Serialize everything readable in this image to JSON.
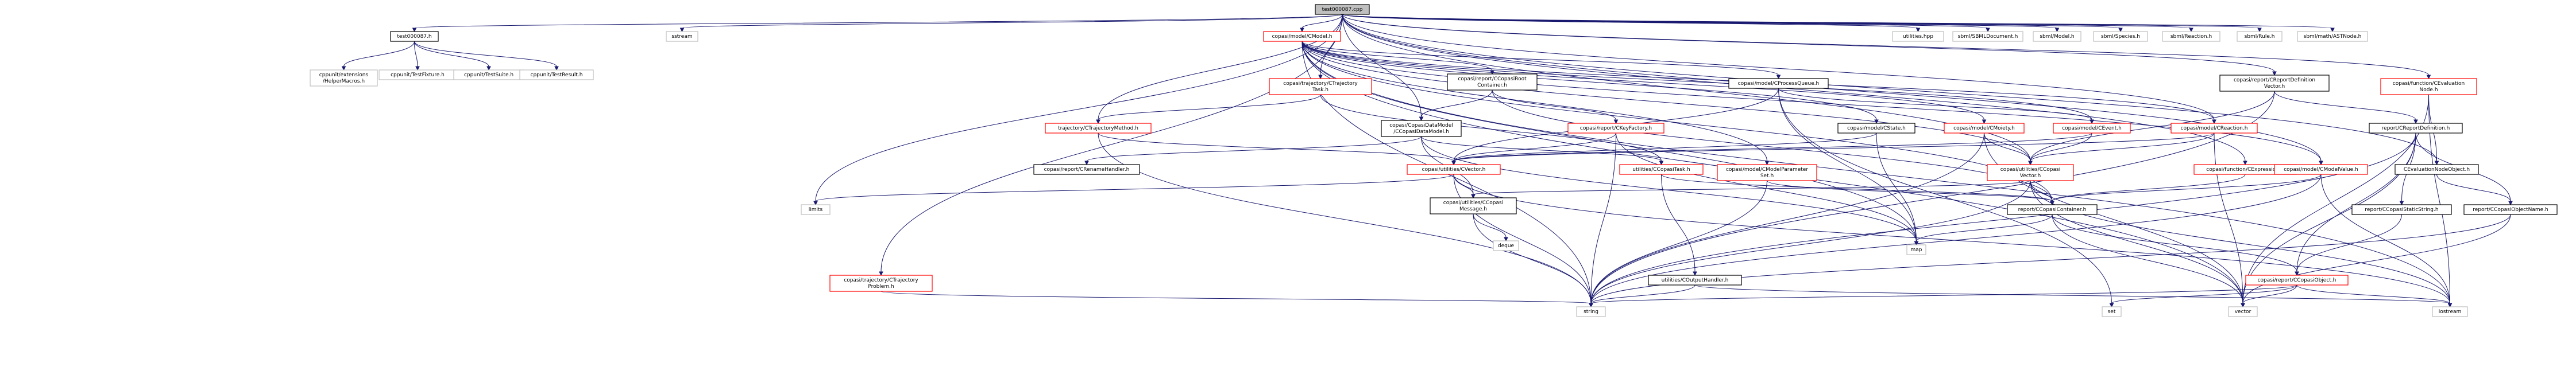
{
  "graph": {
    "title": "",
    "colors": {
      "edge": "#191970",
      "normal_border": "#000000",
      "red_border": "#ff0000",
      "external_border": "#bfbfbf",
      "root_fill": "#bfbfbf",
      "node_fill": "#ffffff"
    },
    "nodes": [
      {
        "id": "root",
        "lines": [
          "test000087.cpp"
        ],
        "style": "root"
      },
      {
        "id": "test_h",
        "lines": [
          "test000087.h"
        ],
        "style": "normal"
      },
      {
        "id": "sstream",
        "lines": [
          "sstream"
        ],
        "style": "external"
      },
      {
        "id": "cmodel",
        "lines": [
          "copasi/model/CModel.h"
        ],
        "style": "red"
      },
      {
        "id": "utilities_hpp",
        "lines": [
          "utilities.hpp"
        ],
        "style": "external"
      },
      {
        "id": "sbmldoc",
        "lines": [
          "sbml/SBMLDocument.h"
        ],
        "style": "external"
      },
      {
        "id": "sbmlmodel",
        "lines": [
          "sbml/Model.h"
        ],
        "style": "external"
      },
      {
        "id": "sbmlspecies",
        "lines": [
          "sbml/Species.h"
        ],
        "style": "external"
      },
      {
        "id": "sbmlreaction",
        "lines": [
          "sbml/Reaction.h"
        ],
        "style": "external"
      },
      {
        "id": "sbmlrule",
        "lines": [
          "sbml/Rule.h"
        ],
        "style": "external"
      },
      {
        "id": "sbmlastnode",
        "lines": [
          "sbml/math/ASTNode.h"
        ],
        "style": "external"
      },
      {
        "id": "helpermacros",
        "lines": [
          "cppunit/extensions",
          "/HelperMacros.h"
        ],
        "style": "external"
      },
      {
        "id": "testfixture",
        "lines": [
          "cppunit/TestFixture.h"
        ],
        "style": "external"
      },
      {
        "id": "testsuite",
        "lines": [
          "cppunit/TestSuite.h"
        ],
        "style": "external"
      },
      {
        "id": "testresult",
        "lines": [
          "cppunit/TestResult.h"
        ],
        "style": "external"
      },
      {
        "id": "ctrajtask",
        "lines": [
          "copasi/trajectory/CTrajectory",
          "Task.h"
        ],
        "style": "red"
      },
      {
        "id": "crootcontainer",
        "lines": [
          "copasi/report/CCopasiRoot",
          "Container.h"
        ],
        "style": "normal"
      },
      {
        "id": "cprocessqueue",
        "lines": [
          "copasi/model/CProcessQueue.h"
        ],
        "style": "normal"
      },
      {
        "id": "creportdefvec",
        "lines": [
          "copasi/report/CReportDefinition",
          "Vector.h"
        ],
        "style": "normal"
      },
      {
        "id": "cevalnode",
        "lines": [
          "copasi/function/CEvaluation",
          "Node.h"
        ],
        "style": "red"
      },
      {
        "id": "ctrajmethod",
        "lines": [
          "trajectory/CTrajectoryMethod.h"
        ],
        "style": "red"
      },
      {
        "id": "cdatamodel",
        "lines": [
          "copasi/CopasiDataModel",
          "/CCopasiDataModel.h"
        ],
        "style": "normal"
      },
      {
        "id": "ckeyfactory",
        "lines": [
          "copasi/report/CKeyFactory.h"
        ],
        "style": "red"
      },
      {
        "id": "cstate",
        "lines": [
          "copasi/model/CState.h"
        ],
        "style": "normal"
      },
      {
        "id": "cmoiety",
        "lines": [
          "copasi/model/CMoiety.h"
        ],
        "style": "red"
      },
      {
        "id": "cevent",
        "lines": [
          "copasi/model/CEvent.h"
        ],
        "style": "red"
      },
      {
        "id": "creaction",
        "lines": [
          "copasi/model/CReaction.h"
        ],
        "style": "red"
      },
      {
        "id": "creportdef",
        "lines": [
          "report/CReportDefinition.h"
        ],
        "style": "normal"
      },
      {
        "id": "crenamehandler",
        "lines": [
          "copasi/report/CRenameHandler.h"
        ],
        "style": "normal"
      },
      {
        "id": "cvector",
        "lines": [
          "copasi/utilities/CVector.h"
        ],
        "style": "red"
      },
      {
        "id": "ccopasitask",
        "lines": [
          "utilities/CCopasiTask.h"
        ],
        "style": "red"
      },
      {
        "id": "cmodelparamset",
        "lines": [
          "copasi/model/CModelParameter",
          "Set.h"
        ],
        "style": "red"
      },
      {
        "id": "ccopasivector",
        "lines": [
          "copasi/utilities/CCopasi",
          "Vector.h"
        ],
        "style": "red"
      },
      {
        "id": "cexpression",
        "lines": [
          "copasi/function/CExpression.h"
        ],
        "style": "red"
      },
      {
        "id": "cmodelvalue",
        "lines": [
          "copasi/model/CModelValue.h"
        ],
        "style": "red"
      },
      {
        "id": "cevalnodeobj",
        "lines": [
          "CEvaluationNodeObject.h"
        ],
        "style": "normal"
      },
      {
        "id": "limits",
        "lines": [
          "limits"
        ],
        "style": "external"
      },
      {
        "id": "ccopasimessage",
        "lines": [
          "copasi/utilities/CCopasi",
          "Message.h"
        ],
        "style": "normal"
      },
      {
        "id": "ccopasicontainer",
        "lines": [
          "report/CCopasiContainer.h"
        ],
        "style": "normal"
      },
      {
        "id": "cstaticstring",
        "lines": [
          "report/CCopasiStaticString.h"
        ],
        "style": "normal"
      },
      {
        "id": "cobjectname",
        "lines": [
          "report/CCopasiObjectName.h"
        ],
        "style": "normal"
      },
      {
        "id": "deque",
        "lines": [
          "deque"
        ],
        "style": "external"
      },
      {
        "id": "map",
        "lines": [
          "map"
        ],
        "style": "external"
      },
      {
        "id": "ctrajproblem",
        "lines": [
          "copasi/trajectory/CTrajectory",
          "Problem.h"
        ],
        "style": "red"
      },
      {
        "id": "coutputhandler",
        "lines": [
          "utilities/COutputHandler.h"
        ],
        "style": "normal"
      },
      {
        "id": "ccopasiobject",
        "lines": [
          "copasi/report/CCopasiObject.h"
        ],
        "style": "red"
      },
      {
        "id": "string",
        "lines": [
          "string"
        ],
        "style": "external"
      },
      {
        "id": "set",
        "lines": [
          "set"
        ],
        "style": "external"
      },
      {
        "id": "vector",
        "lines": [
          "vector"
        ],
        "style": "external"
      },
      {
        "id": "iostream",
        "lines": [
          "iostream"
        ],
        "style": "external"
      }
    ],
    "edges": [
      [
        "root",
        "test_h"
      ],
      [
        "root",
        "sstream"
      ],
      [
        "root",
        "cmodel"
      ],
      [
        "root",
        "utilities_hpp"
      ],
      [
        "root",
        "sbmldoc"
      ],
      [
        "root",
        "sbmlmodel"
      ],
      [
        "root",
        "sbmlspecies"
      ],
      [
        "root",
        "sbmlreaction"
      ],
      [
        "root",
        "sbmlrule"
      ],
      [
        "root",
        "sbmlastnode"
      ],
      [
        "root",
        "ctrajtask"
      ],
      [
        "root",
        "cdatamodel"
      ],
      [
        "root",
        "creportdefvec"
      ],
      [
        "root",
        "cevalnode"
      ],
      [
        "root",
        "ctrajmethod"
      ],
      [
        "root",
        "cevalnodeobj"
      ],
      [
        "root",
        "creaction"
      ],
      [
        "root",
        "cmodelvalue"
      ],
      [
        "root",
        "cexpression"
      ],
      [
        "root",
        "ctrajproblem"
      ],
      [
        "root",
        "ccopasivector"
      ],
      [
        "root",
        "limits"
      ],
      [
        "test_h",
        "helpermacros"
      ],
      [
        "test_h",
        "testfixture"
      ],
      [
        "test_h",
        "testsuite"
      ],
      [
        "test_h",
        "testresult"
      ],
      [
        "cmodel",
        "crootcontainer"
      ],
      [
        "cmodel",
        "cprocessqueue"
      ],
      [
        "cmodel",
        "cstate"
      ],
      [
        "cmodel",
        "cmoiety"
      ],
      [
        "cmodel",
        "cevent"
      ],
      [
        "cmodel",
        "creaction"
      ],
      [
        "cmodel",
        "cmodelvalue"
      ],
      [
        "cmodel",
        "cmodelparamset"
      ],
      [
        "cmodel",
        "ccopasivector"
      ],
      [
        "cmodel",
        "ccopasicontainer"
      ],
      [
        "cmodel",
        "map"
      ],
      [
        "cmodel",
        "vector"
      ],
      [
        "cmodel",
        "iostream"
      ],
      [
        "cmodel",
        "string"
      ],
      [
        "ctrajtask",
        "ctrajmethod"
      ],
      [
        "ctrajtask",
        "ccopasitask"
      ],
      [
        "crootcontainer",
        "cdatamodel"
      ],
      [
        "crootcontainer",
        "ckeyfactory"
      ],
      [
        "crootcontainer",
        "ccopasicontainer"
      ],
      [
        "cprocessqueue",
        "cevent"
      ],
      [
        "cprocessqueue",
        "cvector"
      ],
      [
        "cprocessqueue",
        "map"
      ],
      [
        "cprocessqueue",
        "set"
      ],
      [
        "creportdefvec",
        "creportdef"
      ],
      [
        "creportdefvec",
        "ccopasivector"
      ],
      [
        "creportdefvec",
        "string"
      ],
      [
        "cevalnode",
        "cevalnodeobj"
      ],
      [
        "cevalnode",
        "vector"
      ],
      [
        "cevalnode",
        "iostream"
      ],
      [
        "ctrajmethod",
        "cvector"
      ],
      [
        "ctrajmethod",
        "string"
      ],
      [
        "cdatamodel",
        "crenamehandler"
      ],
      [
        "cdatamodel",
        "ccopasitask"
      ],
      [
        "cdatamodel",
        "ccopasimessage"
      ],
      [
        "cdatamodel",
        "map"
      ],
      [
        "ckeyfactory",
        "cvector"
      ],
      [
        "ckeyfactory",
        "map"
      ],
      [
        "ckeyfactory",
        "string"
      ],
      [
        "cstate",
        "cvector"
      ],
      [
        "cstate",
        "map"
      ],
      [
        "cmoiety",
        "ccopasivector"
      ],
      [
        "cmoiety",
        "string"
      ],
      [
        "cmoiety",
        "vector"
      ],
      [
        "cevent",
        "ccopasivector"
      ],
      [
        "cevent",
        "cvector"
      ],
      [
        "creaction",
        "ccopasivector"
      ],
      [
        "creaction",
        "vector"
      ],
      [
        "creaction",
        "cvector"
      ],
      [
        "creportdef",
        "cobjectname"
      ],
      [
        "creportdef",
        "cstaticstring"
      ],
      [
        "creportdef",
        "ccopasiobject"
      ],
      [
        "creportdef",
        "string"
      ],
      [
        "creportdef",
        "vector"
      ],
      [
        "cvector",
        "limits"
      ],
      [
        "cvector",
        "ccopasimessage"
      ],
      [
        "cvector",
        "iostream"
      ],
      [
        "cvector",
        "string"
      ],
      [
        "ccopasitask",
        "coutputhandler"
      ],
      [
        "ccopasitask",
        "ccopasicontainer"
      ],
      [
        "cmodelparamset",
        "ccopasicontainer"
      ],
      [
        "cmodelparamset",
        "string"
      ],
      [
        "ccopasivector",
        "ccopasicontainer"
      ],
      [
        "ccopasivector",
        "ccopasimessage"
      ],
      [
        "ccopasivector",
        "vector"
      ],
      [
        "ccopasivector",
        "string"
      ],
      [
        "ccopasivector",
        "iostream"
      ],
      [
        "cexpression",
        "ccopasicontainer"
      ],
      [
        "cmodelvalue",
        "ccopasicontainer"
      ],
      [
        "cmodelvalue",
        "string"
      ],
      [
        "cmodelvalue",
        "iostream"
      ],
      [
        "cevalnodeobj",
        "cobjectname"
      ],
      [
        "ccopasimessage",
        "deque"
      ],
      [
        "ccopasimessage",
        "string"
      ],
      [
        "ccopasicontainer",
        "ccopasiobject"
      ],
      [
        "ccopasicontainer",
        "map"
      ],
      [
        "ccopasicontainer",
        "vector"
      ],
      [
        "cstaticstring",
        "ccopasiobject"
      ],
      [
        "cobjectname",
        "string"
      ],
      [
        "cobjectname",
        "vector"
      ],
      [
        "ctrajproblem",
        "string"
      ],
      [
        "coutputhandler",
        "string"
      ],
      [
        "coutputhandler",
        "iostream"
      ],
      [
        "ccopasiobject",
        "string"
      ],
      [
        "ccopasiobject",
        "set"
      ],
      [
        "ccopasiobject",
        "vector"
      ],
      [
        "ccopasiobject",
        "iostream"
      ]
    ]
  }
}
